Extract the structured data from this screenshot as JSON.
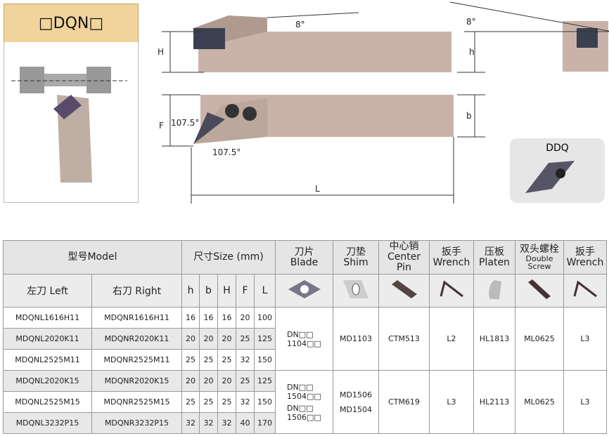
{
  "title": "□DQN□",
  "insert_label": "DDQ",
  "dims": {
    "angle1": "8°",
    "angle2": "8°",
    "H": "H",
    "h": "h",
    "F": "F",
    "b": "b",
    "L": "L",
    "a1": "107.5°",
    "a2": "107.5°"
  },
  "header": {
    "model": "型号Model",
    "size": "尺寸Size (mm)",
    "blade": [
      "刀片",
      "Blade"
    ],
    "shim": [
      "刀垫",
      "Shim"
    ],
    "pin": [
      "中心销",
      "Center Pin"
    ],
    "wrench1": [
      "扳手",
      "Wrench"
    ],
    "platen": [
      "压板",
      "Platen"
    ],
    "screw": [
      "双头螺栓",
      "Double",
      "Screw"
    ],
    "wrench2": [
      "扳手",
      "Wrench"
    ]
  },
  "sub": {
    "left": "左刀 Left",
    "right": "右刀 Right",
    "h": "h",
    "b": "b",
    "H": "H",
    "F": "F",
    "L": "L"
  },
  "rows": [
    {
      "left": "MDQNL1616H11",
      "right": "MDQNR1616H11",
      "h": "16",
      "b": "16",
      "H": "16",
      "F": "20",
      "L": "100"
    },
    {
      "left": "MDQNL2020K11",
      "right": "MDQNR2020K11",
      "h": "20",
      "b": "20",
      "H": "20",
      "F": "25",
      "L": "125"
    },
    {
      "left": "MDQNL2525M11",
      "right": "MDQNR2525M11",
      "h": "25",
      "b": "25",
      "H": "25",
      "F": "32",
      "L": "150"
    },
    {
      "left": "MDQNL2020K15",
      "right": "MDQNR2020K15",
      "h": "20",
      "b": "20",
      "H": "20",
      "F": "25",
      "L": "125"
    },
    {
      "left": "MDQNL2525M15",
      "right": "MDQNR2525M15",
      "h": "25",
      "b": "25",
      "H": "25",
      "F": "32",
      "L": "150"
    },
    {
      "left": "MDQNL3232P15",
      "right": "MDQNR3232P15",
      "h": "32",
      "b": "32",
      "H": "32",
      "F": "40",
      "L": "170"
    }
  ],
  "group1": {
    "blade": [
      "DN□□",
      "1104□□"
    ],
    "shim": "MD1103",
    "pin": "CTM513",
    "wrench": "L2",
    "platen": "HL1813",
    "screw": "ML0625",
    "wrench2": "L3"
  },
  "group2": {
    "blade": [
      "DN□□",
      "1504□□",
      "DN□□",
      "1506□□"
    ],
    "shim": [
      "MD1506",
      "MD1504"
    ],
    "pin": "CTM619",
    "wrench": "L3",
    "platen": "HL2113",
    "screw": "ML0625",
    "wrench2": "L3"
  }
}
